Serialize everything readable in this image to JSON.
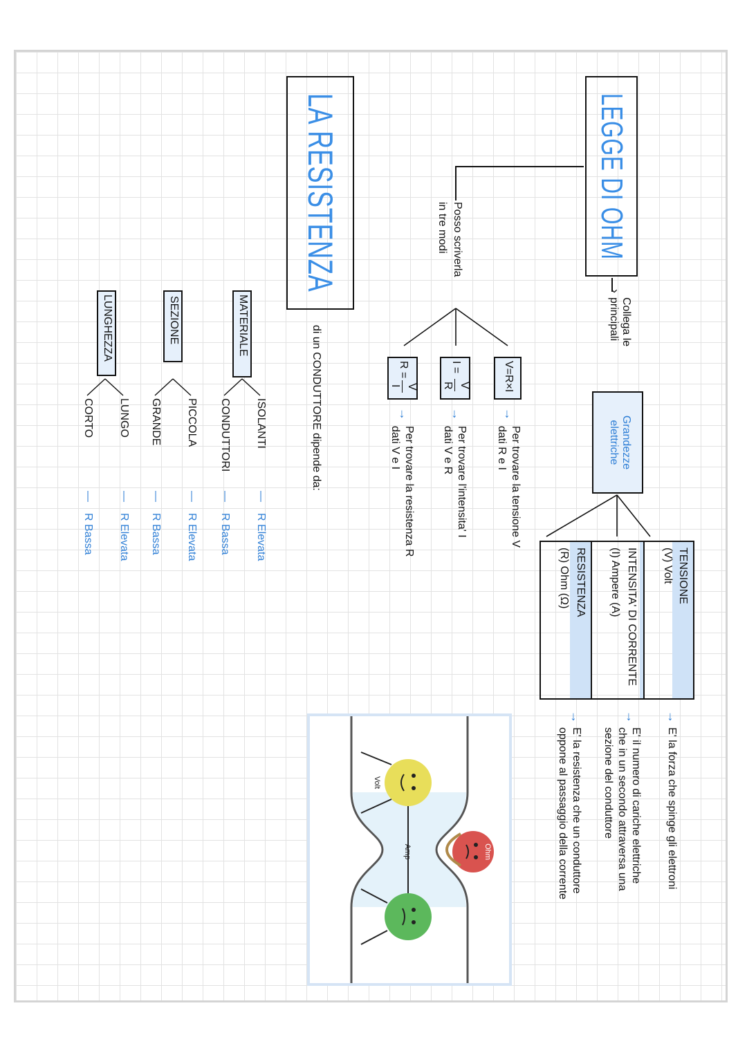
{
  "ohm": {
    "title": "LEGGE DI OHM",
    "arrow_text": "Collega le principali",
    "grandezze": "Grandezze elettriche",
    "quantities": [
      {
        "name": "TENSIONE",
        "unit": "(V) Volt",
        "description": "E' la forza che spinge gli elettroni"
      },
      {
        "name": "INTENSITA' DI CORRENTE",
        "unit": "(I) Ampere (A)",
        "description_lines": [
          "E' il numero di cariche elettriche",
          "che in un secondo attraversa una",
          "sezione del conduttore"
        ]
      },
      {
        "name": "RESISTENZA",
        "unit": "(R) Ohm (Ω)",
        "description_lines": [
          "E' la resistenza che un conduttore",
          "oppone al passaggio della corrente"
        ]
      }
    ],
    "possibilities_lines": [
      "Posso scriverla",
      "in tre modi"
    ],
    "formulas": [
      {
        "formula": "V=R×I",
        "lines": [
          "Per trovare la tensione V",
          "dati R e I"
        ]
      },
      {
        "formula_left": "I =",
        "num": "V",
        "den": "R",
        "lines": [
          "Per trovare l'intensita' I",
          "dati V e R"
        ]
      },
      {
        "formula_left": "R =",
        "num": "V",
        "den": "I",
        "lines": [
          "Per trovare la resistenza R",
          "dati V e I"
        ]
      }
    ],
    "arrow": "→"
  },
  "resistenza": {
    "title": "LA RESISTENZA",
    "subtitle": "di un CONDUTTORE dipende da:",
    "factors": [
      {
        "label": "MATERIALE",
        "items": [
          {
            "name": "ISOLANTI",
            "value": "R Elevata"
          },
          {
            "name": "CONDUTTORI",
            "value": "R Bassa"
          }
        ]
      },
      {
        "label": "SEZIONE",
        "items": [
          {
            "name": "PICCOLA",
            "value": "R Elevata"
          },
          {
            "name": "GRANDE",
            "value": "R Bassa"
          }
        ]
      },
      {
        "label": "LUNGHEZZA",
        "items": [
          {
            "name": "LUNGO",
            "value": "R Elevata"
          },
          {
            "name": "CORTO",
            "value": "R Bassa"
          }
        ]
      }
    ],
    "dash": "—"
  },
  "illustration": {
    "labels": [
      "Ohm",
      "Volt",
      "Amp"
    ]
  },
  "colors": {
    "accent_blue": "#3a8ee6",
    "highlight": "#cfe2f7",
    "ohm_red": "#d9534f",
    "volt_yellow": "#e8de5a",
    "amp_green": "#5cb85c"
  }
}
